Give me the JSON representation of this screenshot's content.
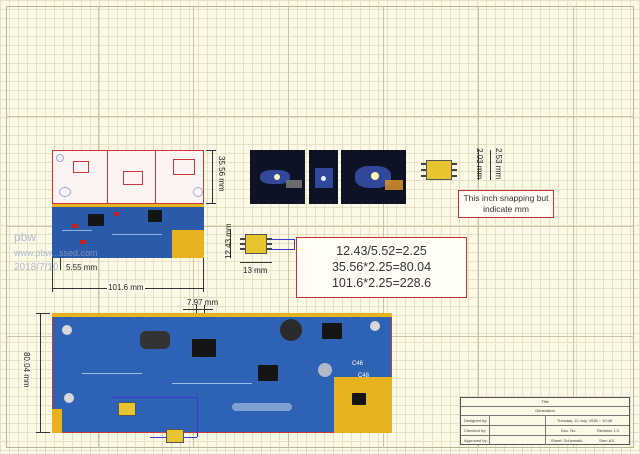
{
  "dimensions": {
    "pcb_height": "35.56 mm",
    "pcb_width": "101.6 mm",
    "small_width": "5.55 mm",
    "ic_height": "12.43 mm",
    "ic_width": "13 mm",
    "ic_small_h1": "2.03 mm",
    "ic_small_h2": "2.53 mm",
    "big_height": "80.04 mm",
    "big_offset": "7.97 mm"
  },
  "notes": {
    "snapping_note": "This inch snapping but indicate mm",
    "calc_line1": "12.43/5.52=2.25",
    "calc_line2": "35.56*2.25=80.04",
    "calc_line3": "101.6*2.25=228.6"
  },
  "watermark": {
    "line1": "pbw",
    "line2": "www.pbw...ssed.com",
    "date": "2018/7/10"
  },
  "title_block": {
    "title_label": "Title",
    "title_value": "Generation",
    "designed_label": "Designed by:",
    "date_value": "Tuesday, 10 July, 2018 ~ 10:46",
    "checked_label": "Checked by:",
    "doc_label": "Doc. No.",
    "revision": "Revision 1.0",
    "approved_label": "Approved by:",
    "sheet_label": "Sheet: Schematic",
    "size_label": "Size: A3"
  },
  "pcb_labels": {
    "c46": "C46",
    "c48": "C48"
  }
}
